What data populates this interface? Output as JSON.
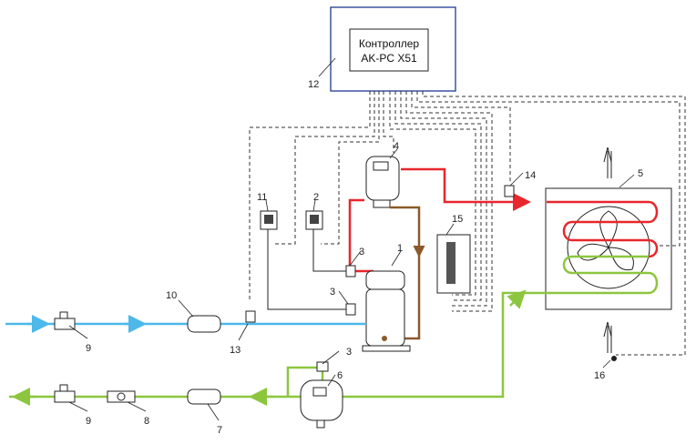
{
  "controller": {
    "line1": "Контроллер",
    "line2": "AK-PC X51"
  },
  "labels": {
    "l1": "1",
    "l2": "2",
    "l3a": "3",
    "l3b": "3",
    "l3c": "3",
    "l4": "4",
    "l5": "5",
    "l6": "6",
    "l7": "7",
    "l8": "8",
    "l9a": "9",
    "l9b": "9",
    "l10": "10",
    "l11": "11",
    "l12": "12",
    "l13": "13",
    "l14": "14",
    "l15": "15",
    "l16": "16"
  },
  "colors": {
    "discharge": "#e8262b",
    "suction": "#4db8ea",
    "liquid": "#8cc63f",
    "oil": "#8b5a2b",
    "controller_border": "#1f3a93",
    "wiring": "#333333"
  }
}
